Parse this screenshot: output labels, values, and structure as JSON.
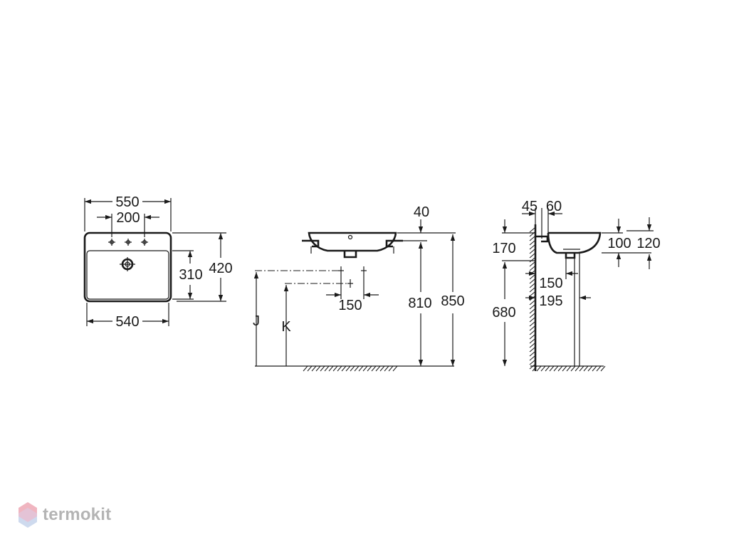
{
  "drawing": {
    "top_view": {
      "width_outer": "550",
      "tap_spacing": "200",
      "width_bowl": "540",
      "depth_bowl": "310",
      "depth_outer": "420"
    },
    "front_view": {
      "rim_thickness": "40",
      "outlet_spacing": "150",
      "height_to_rim": "810",
      "height_total": "850",
      "label_j": "J",
      "label_k": "K"
    },
    "side_view": {
      "wall_offset": "45",
      "bracket_offset": "60",
      "height_top": "170",
      "bowl_depth": "100",
      "bowl_height": "120",
      "trap_offset": "150",
      "pipe_offset": "195",
      "height_drain": "680"
    }
  },
  "brand": {
    "name": "termokit",
    "colors": {
      "logo_light": "#f0b5c0",
      "logo_dark": "#c9d6ec",
      "text": "#b4b4b4"
    }
  }
}
